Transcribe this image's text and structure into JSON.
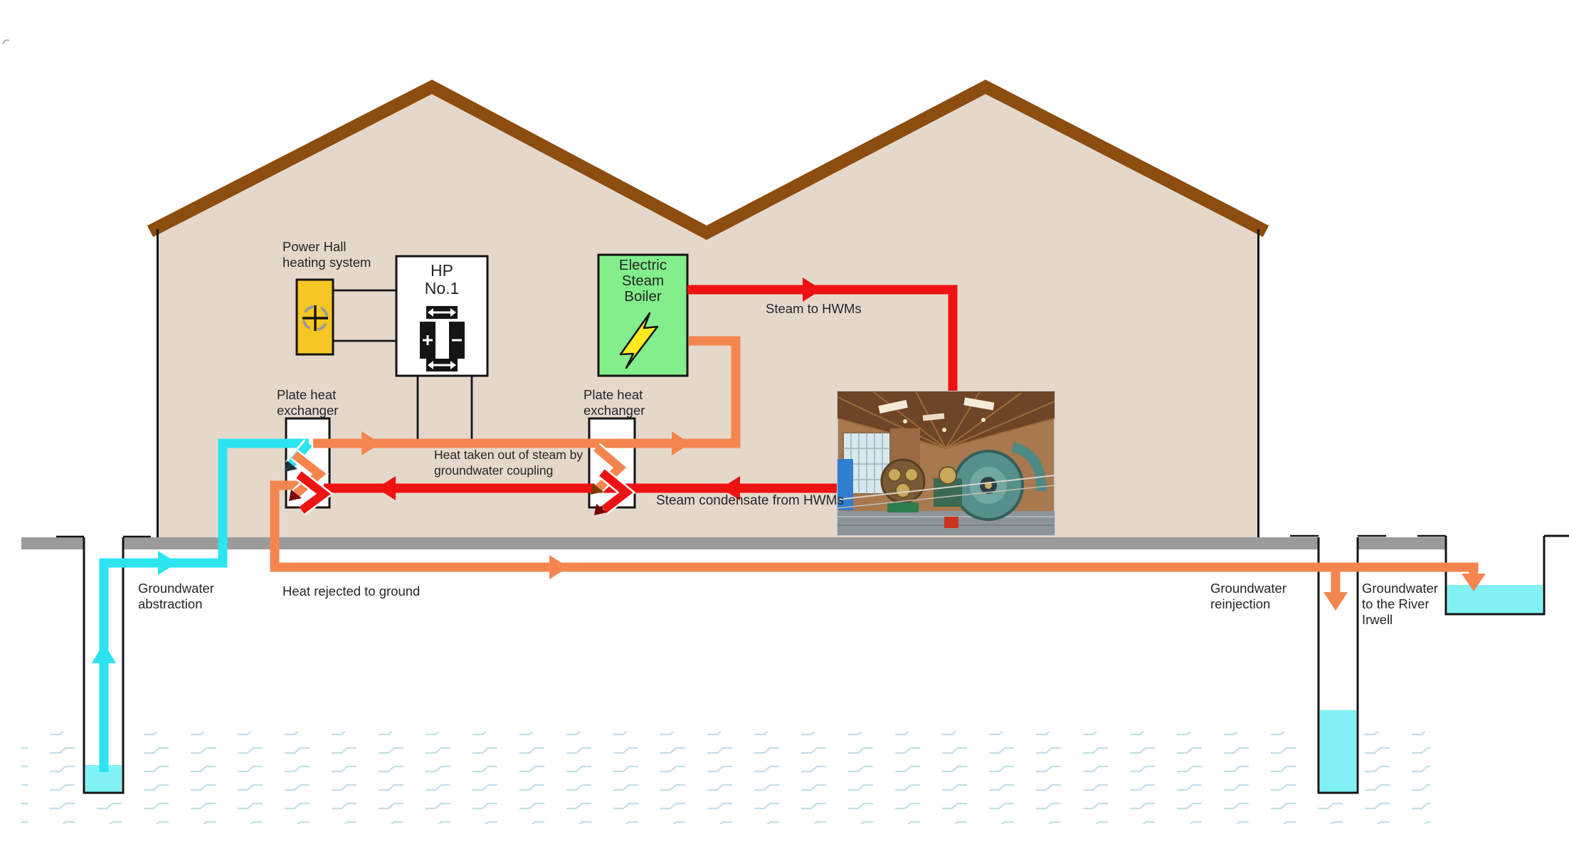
{
  "labels": {
    "power_hall_heating": "Power Hall\nheating system",
    "heat_pump": "HP\nNo.1",
    "electric_steam_boiler": "Electric\nSteam\nBoiler",
    "plate_hx_left": "Plate heat\nexchanger",
    "plate_hx_right": "Plate heat\nexchanger",
    "steam_to_hwms": "Steam to HWMs",
    "heat_taken_out": "Heat taken out of steam by\ngroundwater coupling",
    "steam_condensate": "Steam condensate from HWMs",
    "heat_rejected": "Heat rejected to ground",
    "groundwater_abstraction": "Groundwater\nabstraction",
    "groundwater_reinjection": "Groundwater\nreinjection",
    "groundwater_river": "Groundwater\nto the River\nIrwell"
  },
  "icons": {
    "heat_emitter": "circle-plus-icon",
    "heat_pump": "heat-pump-exchange-icon",
    "boiler": "lightning-bolt-icon",
    "exchanger": "zigzag-coil-icon",
    "photo": "power-hall-machinery-photo"
  },
  "colors": {
    "cold_pipe_cyan": "#2BE4EF",
    "warm_pipe_orange": "#F5854E",
    "hot_pipe_red": "#EE1212",
    "groundwater_fill": "#80F2F4",
    "ground_bar_gray": "#9B9B9B",
    "building_beige": "#E5D8CB",
    "roof_brown": "#8C4D10",
    "emitter_yellow": "#F6C622",
    "boiler_green": "#82EE8C",
    "bolt_yellow": "#FFE91F",
    "water_mark_blue": "#C4DFE9"
  }
}
